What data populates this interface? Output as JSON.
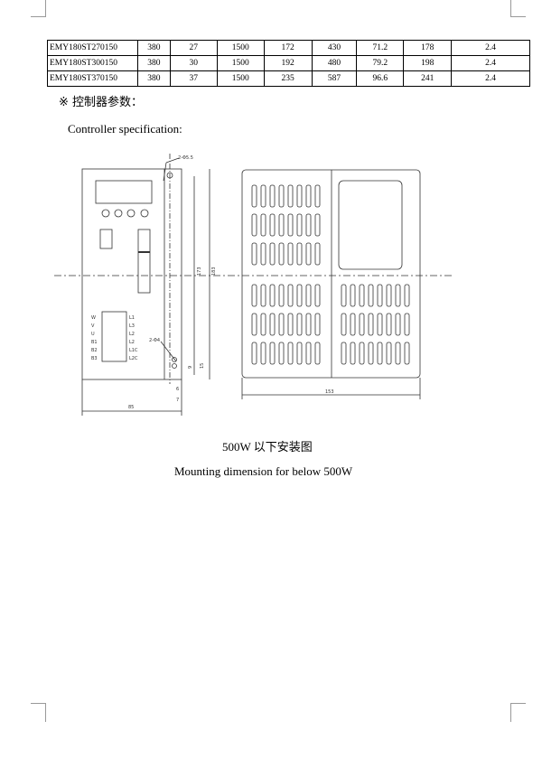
{
  "table": {
    "rows": [
      [
        "EMY180ST270150",
        "380",
        "27",
        "1500",
        "172",
        "430",
        "71.2",
        "178",
        "2.4"
      ],
      [
        "EMY180ST300150",
        "380",
        "30",
        "1500",
        "192",
        "480",
        "79.2",
        "198",
        "2.4"
      ],
      [
        "EMY180ST370150",
        "380",
        "37",
        "1500",
        "235",
        "587",
        "96.6",
        "241",
        "2.4"
      ]
    ]
  },
  "section_title_cn": "※  控制器参数：",
  "section_title_en": "Controller specification:",
  "drawing": {
    "hole_top": "2-Φ5.5",
    "hole_bottom": "2-Φ4",
    "terminals_left": [
      "W",
      "V",
      "U",
      "B1",
      "B2",
      "B3"
    ],
    "terminals_right": [
      "L1",
      "L3",
      "L2",
      "L2",
      "L1C",
      "L2C"
    ],
    "dim_173": "173",
    "dim_183": "183",
    "dim_85": "85",
    "dim_153": "153",
    "dim_6": "6",
    "dim_7": "7",
    "dim_15": "15",
    "dim_9": "9"
  },
  "caption_cn": "500W 以下安装图",
  "caption_en": "Mounting dimension for below 500W"
}
